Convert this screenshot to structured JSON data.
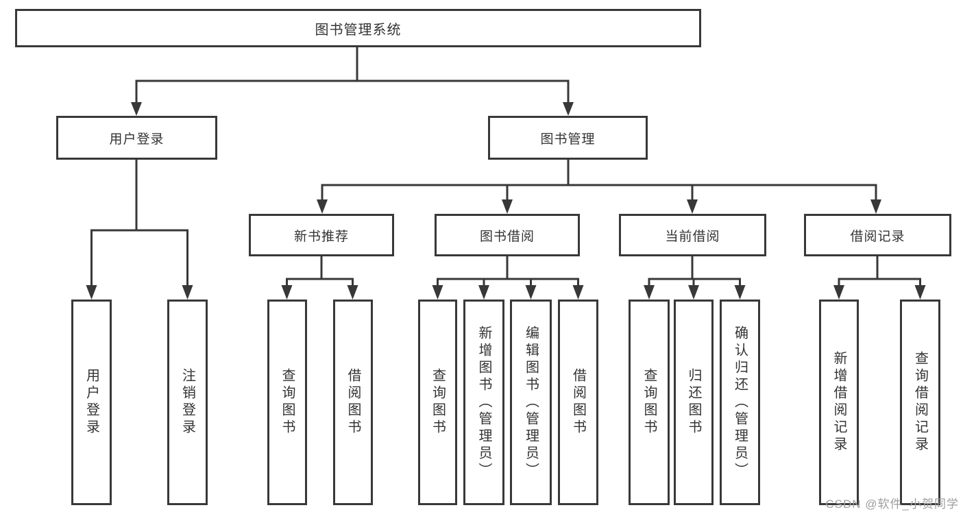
{
  "colors": {
    "line": "#383838",
    "text": "#333333",
    "box_bg": "#ffffff",
    "watermark": "#9e9e9e"
  },
  "watermark": {
    "text": "CSDN @软件_小贺同学"
  },
  "diagram": {
    "root": {
      "label": "图书管理系统"
    },
    "level2": {
      "user_login": {
        "label": "用户登录"
      },
      "book_mgmt": {
        "label": "图书管理"
      }
    },
    "level3": {
      "new_books": {
        "label": "新书推荐"
      },
      "book_borrow": {
        "label": "图书借阅"
      },
      "current_borrow": {
        "label": "当前借阅"
      },
      "borrow_records": {
        "label": "借阅记录"
      }
    },
    "leaves": {
      "user_login": [
        "用户登录",
        "注销登录"
      ],
      "new_books": [
        "查询图书",
        "借阅图书"
      ],
      "book_borrow": [
        "查询图书",
        "新增图书（管理员）",
        "编辑图书（管理员）",
        "借阅图书"
      ],
      "current_borrow": [
        "查询图书",
        "归还图书",
        "确认归还（管理员）"
      ],
      "borrow_records": [
        "新增借阅记录",
        "查询借阅记录"
      ]
    }
  }
}
